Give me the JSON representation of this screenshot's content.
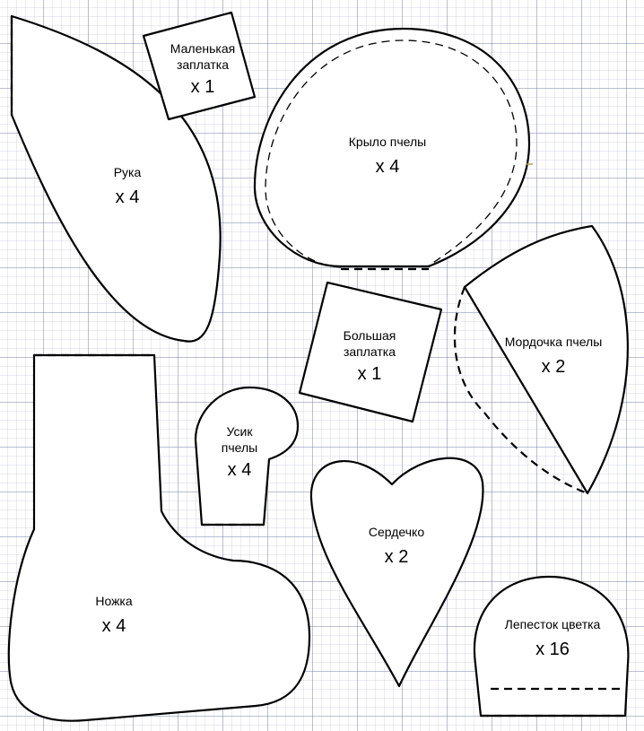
{
  "pieces": {
    "small_patch": {
      "name_line1": "Маленькая",
      "name_line2": "заплатка",
      "count": "x 1"
    },
    "arm": {
      "name": "Рука",
      "count": "x 4"
    },
    "wing": {
      "name": "Крыло пчелы",
      "count": "x 4"
    },
    "big_patch": {
      "name_line1": "Большая",
      "name_line2": "заплатка",
      "count": "x 1"
    },
    "muzzle": {
      "name": "Мордочка пчелы",
      "count": "x 2"
    },
    "antenna": {
      "name_line1": "Усик",
      "name_line2": "пчелы",
      "count": "x 4"
    },
    "leg": {
      "name": "Ножка",
      "count": "x 4"
    },
    "heart": {
      "name": "Сердечко",
      "count": "x 2"
    },
    "petal": {
      "name": "Лепесток цветка",
      "count": "x 16"
    }
  }
}
